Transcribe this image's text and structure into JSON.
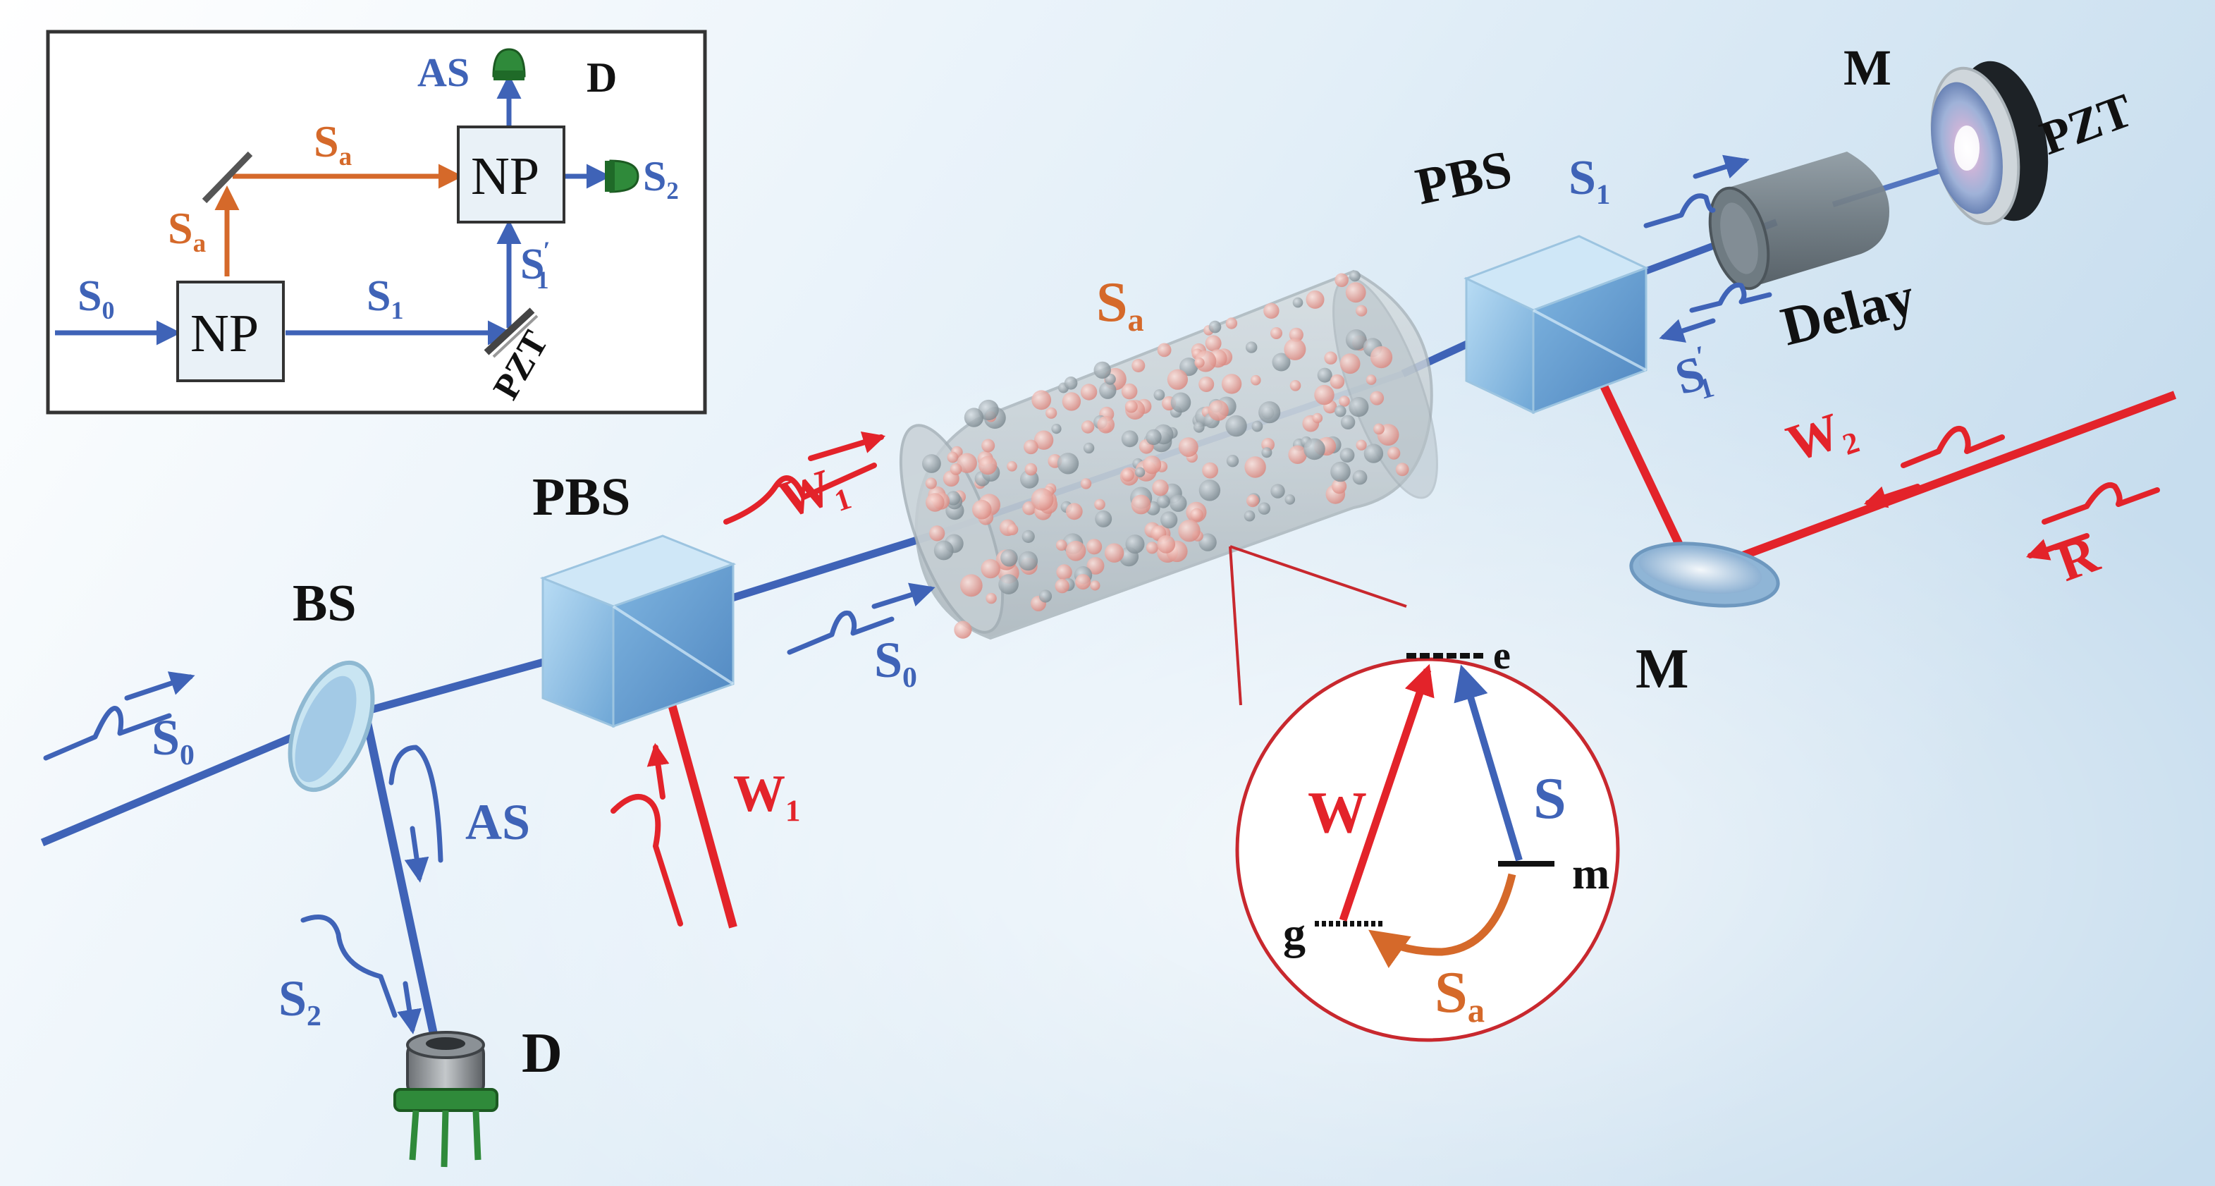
{
  "colors": {
    "background_left": "#ffffff",
    "background_right": "#cfe3f1",
    "signal_blue": "#3f63b7",
    "write_red": "#e3232a",
    "spin_orange": "#d5692a",
    "atom_pink": "#e8a6a0",
    "atom_gray": "#9aa6ae",
    "cube_blue": "#8fc3e6",
    "detector_green": "#2f8a3a"
  },
  "inset": {
    "np_left": "NP",
    "np_right": "NP",
    "s0": "S",
    "s0_sub": "0",
    "s1": "S",
    "s1_sub": "1",
    "s1p": "S",
    "s1p_sub": "1",
    "s1p_prime": "′",
    "sa_top": "S",
    "sa_top_sub": "a",
    "sa_left": "S",
    "sa_left_sub": "a",
    "as": "AS",
    "d": "D",
    "s2": "S",
    "s2_sub": "2",
    "pzt": "PZT"
  },
  "main": {
    "s0_input": "S",
    "s0_input_sub": "0",
    "bs": "BS",
    "as": "AS",
    "s2": "S",
    "s2_sub": "2",
    "d": "D",
    "pbs_left": "PBS",
    "w1_bottom": "W",
    "w1_bottom_sub": "1",
    "w1_top": "W",
    "w1_top_sub": "1",
    "s0_mid": "S",
    "s0_mid_sub": "0",
    "sa_cell": "S",
    "sa_cell_sub": "a",
    "pbs_right": "PBS",
    "s1_top": "S",
    "s1_top_sub": "1",
    "delay": "Delay",
    "s1p": "S",
    "s1p_sub": "1",
    "s1p_prime": "′",
    "m_top": "M",
    "pzt": "PZT",
    "w2": "W",
    "w2_sub": "2",
    "r": "R",
    "m_bottom": "M"
  },
  "levels": {
    "e": "e",
    "m": "m",
    "g": "g",
    "w": "W",
    "s": "S",
    "sa": "S",
    "sa_sub": "a"
  }
}
